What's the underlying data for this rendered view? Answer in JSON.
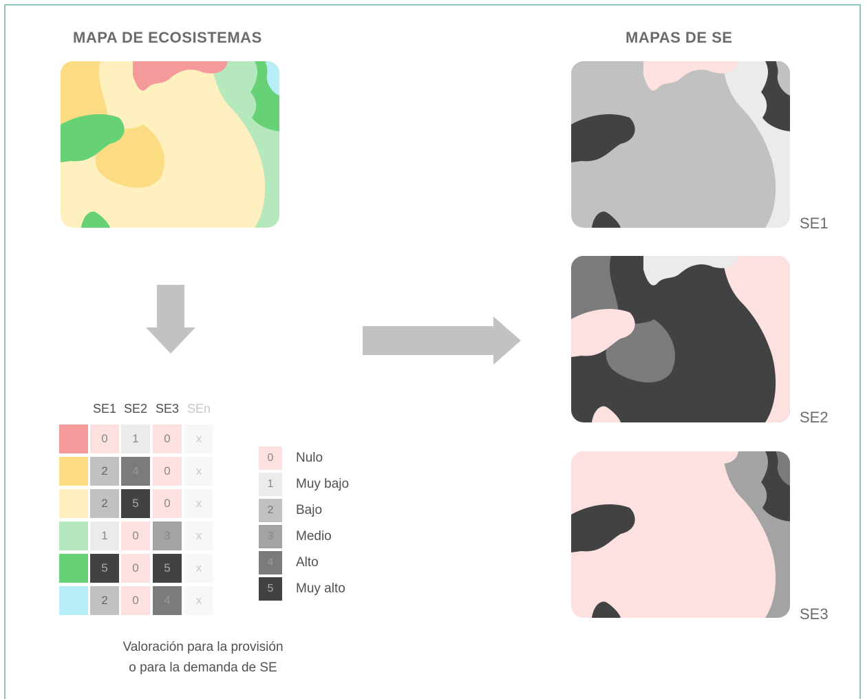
{
  "titles": {
    "left": "MAPA DE ECOSISTEMAS",
    "right": "MAPAS DE SE"
  },
  "map_labels": [
    "SE1",
    "SE2",
    "SE3"
  ],
  "table": {
    "headers": [
      "SE1",
      "SE2",
      "SE3",
      "SEn"
    ],
    "rows": [
      {
        "ecosystem_color": "#f59a9a",
        "values": [
          "0",
          "1",
          "0",
          "x"
        ]
      },
      {
        "ecosystem_color": "#fbdc82",
        "values": [
          "2",
          "4",
          "0",
          "x"
        ]
      },
      {
        "ecosystem_color": "#fef0bf",
        "values": [
          "2",
          "5",
          "0",
          "x"
        ]
      },
      {
        "ecosystem_color": "#b5e8bd",
        "values": [
          "1",
          "0",
          "3",
          "x"
        ]
      },
      {
        "ecosystem_color": "#67d175",
        "values": [
          "5",
          "0",
          "5",
          "x"
        ]
      },
      {
        "ecosystem_color": "#b7eef8",
        "values": [
          "2",
          "0",
          "4",
          "x"
        ]
      }
    ]
  },
  "legend": [
    {
      "value": "0",
      "label": "Nulo",
      "color": "#fde0e0"
    },
    {
      "value": "1",
      "label": "Muy bajo",
      "color": "#ebebeb"
    },
    {
      "value": "2",
      "label": "Bajo",
      "color": "#c1c1c1"
    },
    {
      "value": "3",
      "label": "Medio",
      "color": "#a3a3a3"
    },
    {
      "value": "4",
      "label": "Alto",
      "color": "#7b7b7b"
    },
    {
      "value": "5",
      "label": "Muy alto",
      "color": "#424242"
    }
  ],
  "caption": {
    "line1": "Valoración para la provisión",
    "line2": "o para la demanda de SE"
  },
  "colors": {
    "frame": "#8ec6bf",
    "arrow": "#c2c2c2"
  }
}
